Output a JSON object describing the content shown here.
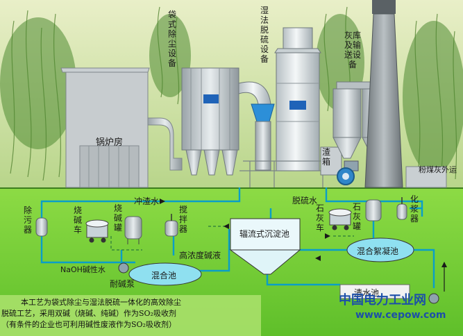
{
  "labels": {
    "boiler_room": "锅炉房",
    "bag_filter": "袋式除尘设备",
    "wet_desulfurization": "湿法脱硫设备",
    "ash_storage": "灰库及输送设备",
    "slag_box": "渣箱",
    "fly_ash": "粉煤灰外运",
    "flush_water": "冲渣水",
    "desulfur_water": "脱硫水",
    "descaler": "除污器",
    "alkali_cart": "烧碱车",
    "alkali_tank": "烧碱罐",
    "stirrer": "搅拌器",
    "high_alkali": "高浓度碱液",
    "naoh": "NaOH碱性水",
    "mixing_pool": "混合池",
    "alkali_pump": "耐碱泵",
    "radial_sed": "辐流式沉淀池",
    "lime_cart": "石灰车",
    "lime_tank": "石灰罐",
    "chem_tank": "化浆器",
    "floc_pool": "混合絮凝池",
    "clean_pool": "清水池"
  },
  "note": {
    "line1": "本工艺为袋式除尘与湿法脱硫一体化的高效除尘",
    "line2": "脱硫工艺，采用双碱（烧碱、纯碱）作为SO₂吸收剂",
    "line3": "（有条件的企业也可利用碱性废液作为SO₂吸收剂）"
  },
  "brand": {
    "name": "中国电力工业网",
    "url": "www.cepow.com"
  },
  "colors": {
    "ground": "#7bd23a",
    "sky": "#c8df9a",
    "pipe": "#0a9ec8",
    "water": "#8fe0f0"
  }
}
